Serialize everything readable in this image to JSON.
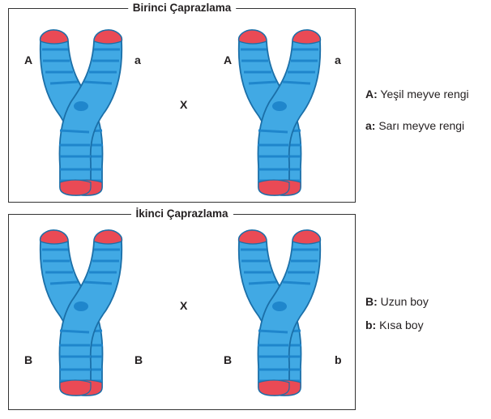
{
  "crosses": [
    {
      "title": "Birinci Çaprazlama",
      "left_alleles": [
        "A",
        "a"
      ],
      "right_alleles": [
        "A",
        "a"
      ],
      "cross_symbol": "X",
      "legend": [
        {
          "key": "A:",
          "text": "Yeşil meyve rengi"
        },
        {
          "key": "a:",
          "text": "Sarı meyve rengi"
        }
      ]
    },
    {
      "title": "İkinci Çaprazlama",
      "left_alleles": [
        "B",
        "B"
      ],
      "right_alleles": [
        "B",
        "b"
      ],
      "cross_symbol": "X",
      "legend": [
        {
          "key": "B:",
          "text": "Uzun boy"
        },
        {
          "key": "b:",
          "text": "Kısa boy"
        }
      ]
    }
  ],
  "colors": {
    "chromosome_fill": "#41a9e4",
    "chromosome_outline": "#1b6fa8",
    "chromosome_band": "#1f86cc",
    "telomere": "#ea4a55",
    "panel_border": "#333333"
  }
}
